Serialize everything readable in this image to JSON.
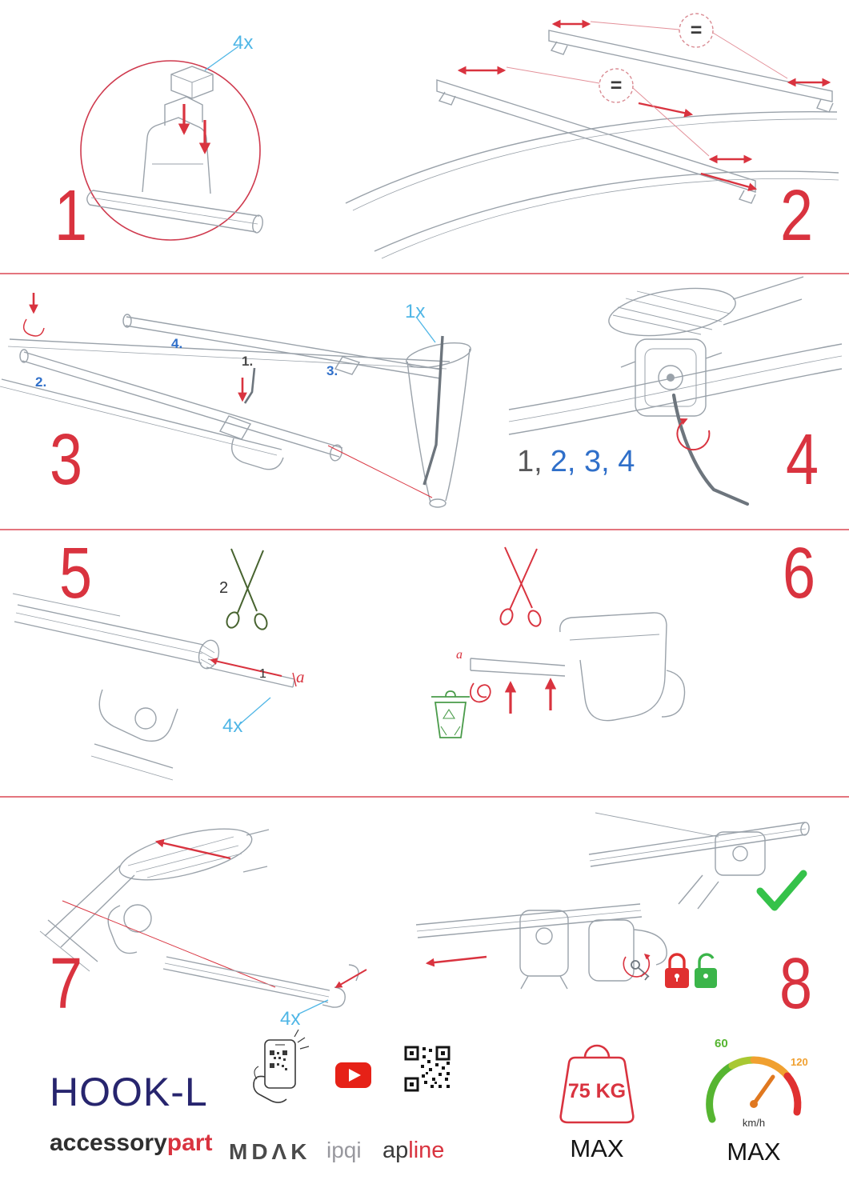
{
  "steps": {
    "step1": {
      "number": "1",
      "qty_label": "4x"
    },
    "step2": {
      "number": "2",
      "equals_top": "=",
      "equals_front": "="
    },
    "step3": {
      "number": "3",
      "qty_label": "1x",
      "order1": "1.",
      "order2": "2.",
      "order3": "3.",
      "order4": "4."
    },
    "step4": {
      "number": "4",
      "sequence_gray": "1,",
      "sequence_blue": "2, 3, 4"
    },
    "step5": {
      "number": "5",
      "cut_label": "2",
      "strip_label": "1",
      "edge_label": "a",
      "qty_label": "4x"
    },
    "step6": {
      "number": "6",
      "edge_label": "a"
    },
    "step7": {
      "number": "7",
      "qty_label": "4x"
    },
    "step8": {
      "number": "8"
    }
  },
  "footer": {
    "product_name": "HOOK-L",
    "brand_black": "accessory",
    "brand_red": "part",
    "logo_mdak": "MDΛK",
    "logo_ipqi": "ipqi",
    "logo_apline_dark": "ap",
    "logo_apline_red": "line",
    "weight_limit": "75 KG",
    "weight_max_label": "MAX",
    "speed_low": "60",
    "speed_high": "120",
    "speed_unit": "km/h",
    "speed_max_label": "MAX"
  },
  "icons": {
    "step5_scissors": "scissors-green",
    "step6_scissors": "scissors-red",
    "step6_bin": "recycle-bin",
    "step8_check": "checkmark",
    "step8_locked": "padlock-closed",
    "step8_unlocked": "padlock-open",
    "footer_icons": [
      "phone-qr",
      "youtube",
      "qr-code",
      "weight",
      "speedometer"
    ]
  },
  "colors": {
    "step_number_red": "#d9333f",
    "quantity_cyan": "#4fb6e6",
    "order_blue": "#2f6fc9",
    "brand_navy": "#27256e",
    "brand_red": "#d9333f",
    "ok_green": "#35c24a",
    "lock_red": "#e03030",
    "unlock_green": "#3bb54a"
  }
}
